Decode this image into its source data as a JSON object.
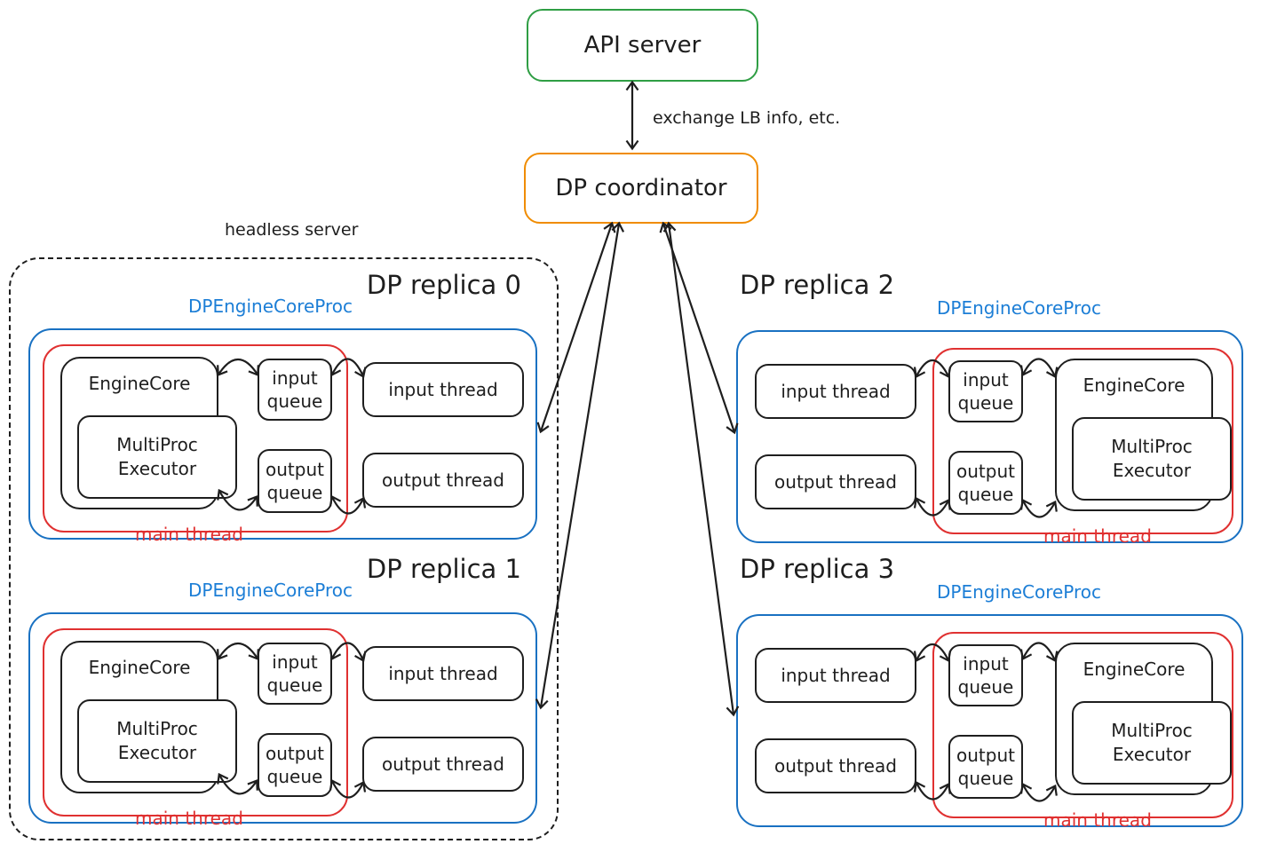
{
  "diagram": {
    "api_server": "API server",
    "coordinator": "DP coordinator",
    "exchange_note": "exchange LB info, etc.",
    "headless_server": "headless server"
  },
  "colors": {
    "green": "#2f9e44",
    "orange": "#f08c00",
    "blue_border": "#1971c2",
    "blue_text": "#1c7ed6",
    "red": "#e03131",
    "ink": "#1e1e1e"
  },
  "replicas": [
    {
      "title": "DP replica 0",
      "proc": "DPEngineCoreProc",
      "engine_core": "EngineCore",
      "executor": "MultiProc Executor",
      "input_queue": "input queue",
      "output_queue": "output queue",
      "input_thread": "input thread",
      "output_thread": "output thread",
      "main_thread": "main thread"
    },
    {
      "title": "DP replica 1",
      "proc": "DPEngineCoreProc",
      "engine_core": "EngineCore",
      "executor": "MultiProc Executor",
      "input_queue": "input queue",
      "output_queue": "output queue",
      "input_thread": "input thread",
      "output_thread": "output thread",
      "main_thread": "main thread"
    },
    {
      "title": "DP replica 2",
      "proc": "DPEngineCoreProc",
      "engine_core": "EngineCore",
      "executor": "MultiProc Executor",
      "input_queue": "input queue",
      "output_queue": "output queue",
      "input_thread": "input thread",
      "output_thread": "output thread",
      "main_thread": "main thread"
    },
    {
      "title": "DP replica 3",
      "proc": "DPEngineCoreProc",
      "engine_core": "EngineCore",
      "executor": "MultiProc Executor",
      "input_queue": "input queue",
      "output_queue": "output queue",
      "input_thread": "input thread",
      "output_thread": "output thread",
      "main_thread": "main thread"
    }
  ]
}
